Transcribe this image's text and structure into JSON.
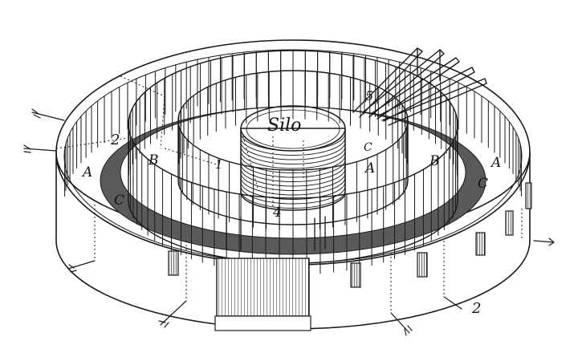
{
  "diagram": {
    "center_label": "Silo",
    "labels": {
      "A": "A",
      "B": "B",
      "C": "C",
      "n1": "1",
      "n2": "2",
      "n4": "4",
      "n5": "5"
    }
  },
  "colors": {
    "ink": "#1a1a1a",
    "paper": "#ffffff",
    "shade": "#5a5a5a"
  }
}
